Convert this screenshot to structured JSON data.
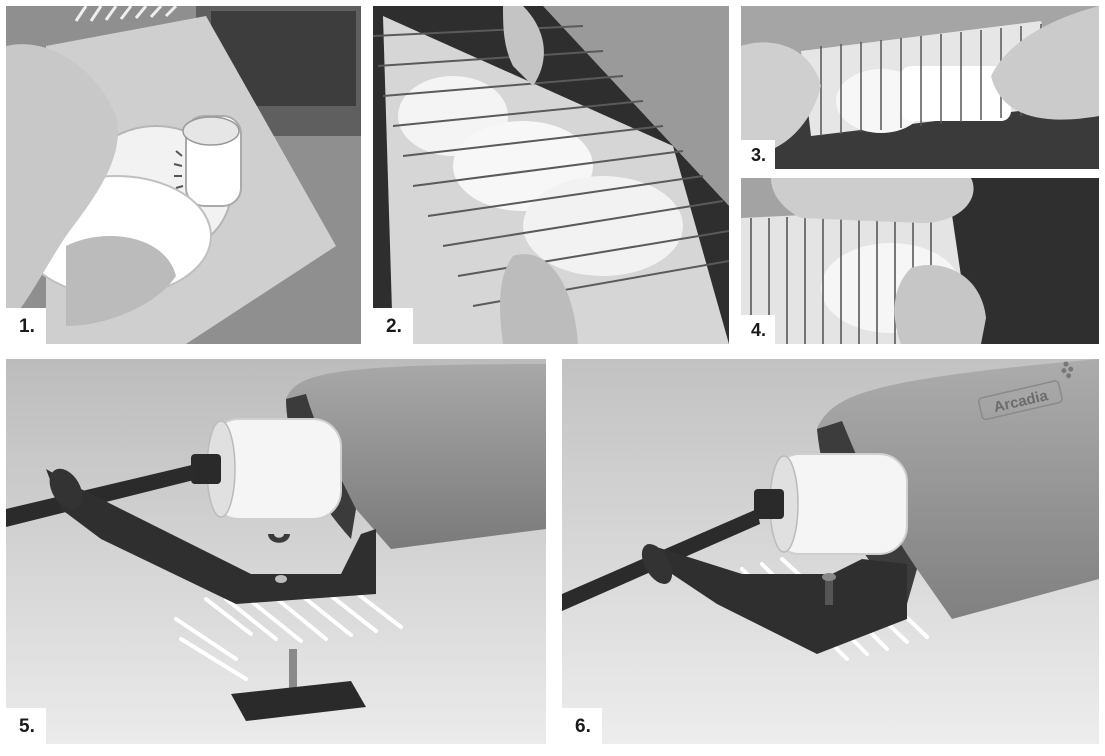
{
  "steps": [
    {
      "label": "1."
    },
    {
      "label": "2."
    },
    {
      "label": "3."
    },
    {
      "label": "4."
    },
    {
      "label": "5."
    },
    {
      "label": "6."
    }
  ],
  "fixture": {
    "brand": "Arcadia"
  },
  "colors": {
    "background": "#ffffff",
    "label_text": "#1a1a1a",
    "photo_gray": "#9e9e9e",
    "render_bg": "#d9d9d9"
  }
}
